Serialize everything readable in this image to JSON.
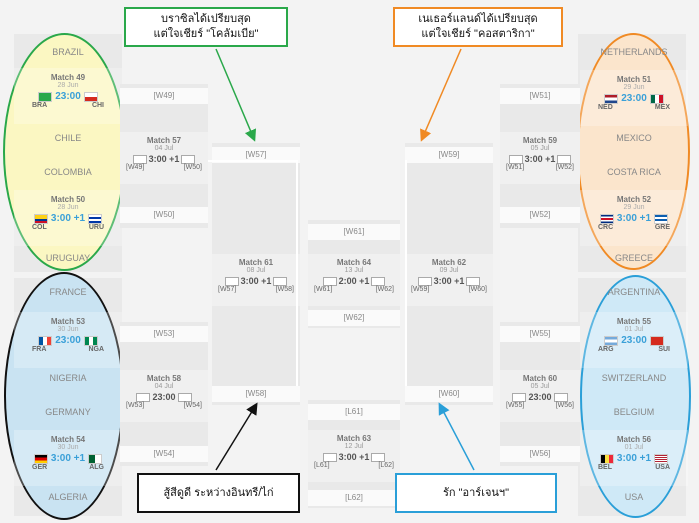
{
  "left_group_r16": {
    "teams": [
      "BRAZIL",
      "CHILE",
      "COLOMBIA",
      "URUGUAY",
      "FRANCE",
      "NIGERIA",
      "GERMANY",
      "ALGERIA"
    ],
    "matches": [
      {
        "title": "Match 49",
        "date": "28 Jun",
        "time": "23:00",
        "code1": "BRA",
        "code2": "CHI"
      },
      {
        "title": "Match 50",
        "date": "28 Jun",
        "time": "3:00 +1",
        "code1": "COL",
        "code2": "URU"
      },
      {
        "title": "Match 53",
        "date": "30 Jun",
        "time": "23:00",
        "code1": "FRA",
        "code2": "NGA"
      },
      {
        "title": "Match 54",
        "date": "30 Jun",
        "time": "3:00 +1",
        "code1": "GER",
        "code2": "ALG"
      }
    ]
  },
  "right_group_r16": {
    "teams": [
      "NETHERLANDS",
      "MEXICO",
      "COSTA RICA",
      "GREECE",
      "ARGENTINA",
      "SWITZERLAND",
      "BELGIUM",
      "USA"
    ],
    "matches": [
      {
        "title": "Match 51",
        "date": "29 Jun",
        "time": "23:00",
        "code1": "NED",
        "code2": "MEX"
      },
      {
        "title": "Match 52",
        "date": "29 Jun",
        "time": "3:00 +1",
        "code1": "CRC",
        "code2": "GRE"
      },
      {
        "title": "Match 55",
        "date": "01 Jul",
        "time": "23:00",
        "code1": "ARG",
        "code2": "SUI"
      },
      {
        "title": "Match 56",
        "date": "01 Jul",
        "time": "3:00 +1",
        "code1": "BEL",
        "code2": "USA"
      }
    ]
  },
  "qf": {
    "left": [
      {
        "top": "[W49]",
        "title": "Match 57",
        "date": "04 Jul",
        "time": "3:00 +1",
        "a": "[W49]",
        "b": "[W50]",
        "bottom": "[W50]"
      },
      {
        "top": "[W53]",
        "title": "Match 58",
        "date": "04 Jul",
        "time": "23:00",
        "a": "[W53]",
        "b": "[W54]",
        "bottom": "[W54]"
      }
    ],
    "right": [
      {
        "top": "[W51]",
        "title": "Match 59",
        "date": "05 Jul",
        "time": "3:00 +1",
        "a": "[W51]",
        "b": "[W52]",
        "bottom": "[W52]"
      },
      {
        "top": "[W55]",
        "title": "Match 60",
        "date": "05 Jul",
        "time": "23:00",
        "a": "[W55]",
        "b": "[W56]",
        "bottom": "[W56]"
      }
    ]
  },
  "sf": {
    "left": {
      "top": "[W57]",
      "title": "Match 61",
      "date": "08 Jul",
      "time": "3:00 +1",
      "a": "[W57]",
      "b": "[W58]",
      "bottom": "[W58]"
    },
    "right": {
      "top": "[W59]",
      "title": "Match 62",
      "date": "09 Jul",
      "time": "3:00 +1",
      "a": "[W59]",
      "b": "[W60]",
      "bottom": "[W60]"
    }
  },
  "final": {
    "top": "[W61]",
    "title": "Match 64",
    "date": "13 Jul",
    "time": "2:00 +1",
    "a": "[W61]",
    "b": "[W62]",
    "bottom": "[W62]"
  },
  "third": {
    "top": "[L61]",
    "title": "Match 63",
    "date": "12 Jul",
    "time": "3:00 +1",
    "a": "[L61]",
    "b": "[L62]",
    "bottom": "[L62]"
  },
  "callouts": {
    "top_left": "บราซิลได้เปรียบสุด\nแต่ใจเชียร์ \"โคลัมเบีย\"",
    "top_right": "เนเธอร์แลนด์ได้เปรียบสุด\nแต่ใจเชียร์ \"คอสตาริกา\"",
    "bottom_left": "สู้สีดูดี ระหว่างอินทรี/ไก่",
    "bottom_right": "รัก \"อาร์เจนฯ\""
  },
  "colors": {
    "green": "#2aa84a",
    "orange": "#f08a24",
    "black": "#111111",
    "blue": "#2a9fd8",
    "yellow_fill": "#fbf7c2",
    "orange_fill": "#fbe5cc",
    "blue_fill": "#cfe9f7",
    "dark_blue_fill": "#c9e3f2"
  }
}
